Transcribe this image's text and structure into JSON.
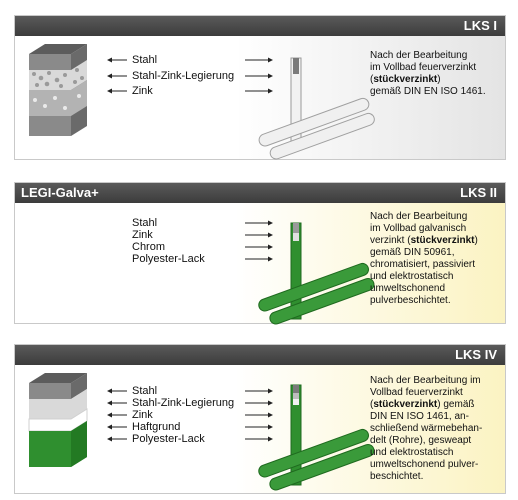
{
  "panel1": {
    "code": "LKS I",
    "layers": [
      "Stahl",
      "Stahl-Zink-Legierung",
      "Zink"
    ],
    "desc": [
      "Nach der Bearbeitung",
      "im Vollbad feuerverzinkt",
      "(",
      "stückverzinkt",
      ")",
      "gemäß DIN EN ISO 1461."
    ]
  },
  "panel2": {
    "title": "LEGI-Galva+",
    "code": "LKS II",
    "layers": [
      "Stahl",
      "Zink",
      "Chrom",
      "Polyester-Lack"
    ],
    "desc": [
      "Nach der Bearbeitung",
      "im Vollbad galvanisch",
      "verzinkt (",
      "stückverzinkt",
      ")",
      "gemäß DIN 50961,",
      "chromatisiert, passiviert",
      "und elektrostatisch",
      "umweltschonend",
      "pulverbeschichtet."
    ]
  },
  "panel3": {
    "code": "LKS IV",
    "layers": [
      "Stahl",
      "Stahl-Zink-Legierung",
      "Zink",
      "Haftgrund",
      "Polyester-Lack"
    ],
    "desc": [
      "Nach der Bearbeitung im",
      "Vollbad feuerverzinkt",
      "(",
      "stückverzinkt",
      ") gemäß",
      "DIN EN ISO 1461, an-",
      "schließend wärmebehan-",
      "delt (Rohre), gesweapt",
      "und elektrostatisch",
      "umweltschonend pulver-",
      "beschichtet."
    ]
  },
  "colors": {
    "header": "#484848",
    "green": "#2f8f2f",
    "zinc": "#cfcfcf",
    "steel": "#7a7a7a"
  }
}
